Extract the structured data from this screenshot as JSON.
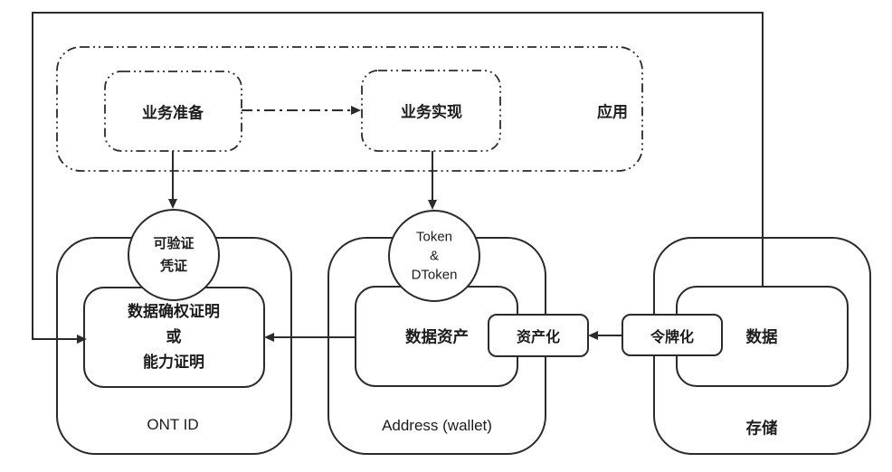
{
  "diagram": {
    "application_layer": {
      "label": "应用",
      "business_prepare": "业务准备",
      "business_implement": "业务实现"
    },
    "ont_id_group": {
      "label": "ONT ID",
      "credential_circle": "可验证\n凭证",
      "proof_box": "数据确权证明\n或\n能力证明"
    },
    "wallet_group": {
      "label": "Address (wallet)",
      "token_circle": "Token\n&\nDToken",
      "data_asset_box": "数据资产"
    },
    "storage_group": {
      "label": "存储",
      "data_box": "数据"
    },
    "process_nodes": {
      "assetize": "资产化",
      "tokenize": "令牌化"
    },
    "colors": {
      "stroke": "#2b2b2b",
      "background": "#ffffff",
      "text": "#1c1c1c"
    }
  }
}
